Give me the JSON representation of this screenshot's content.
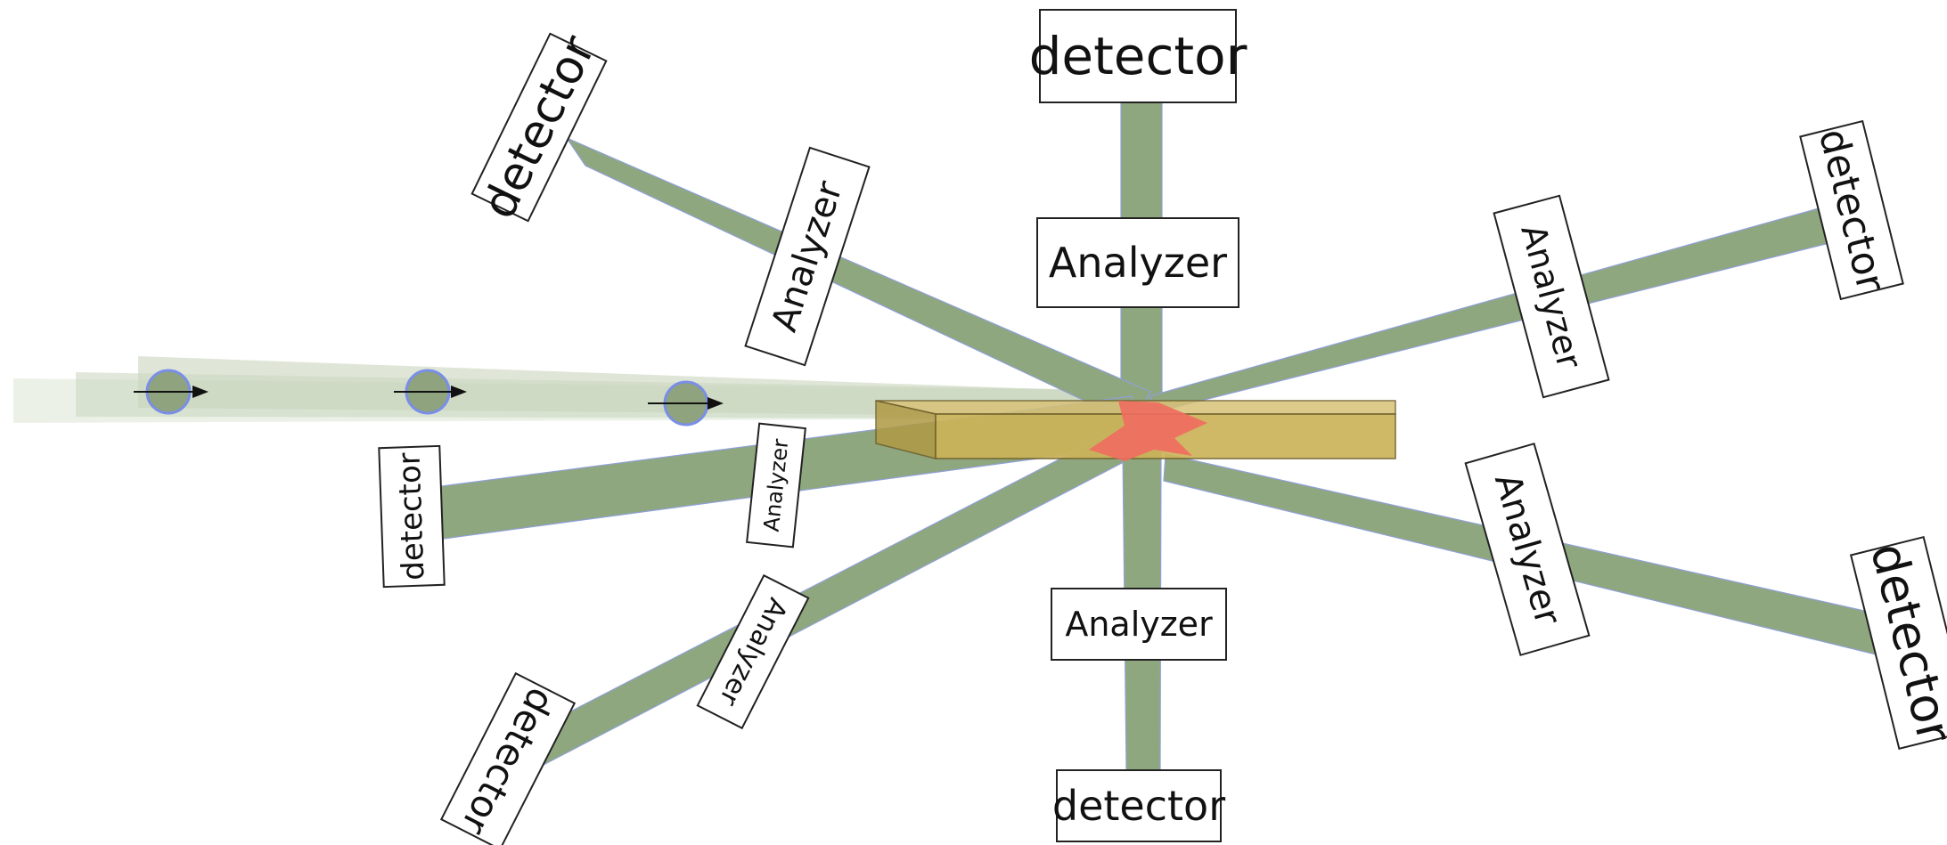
{
  "colors": {
    "beam": "#8fa77f",
    "beam_outline": "#8fa0d8",
    "incident_beam": "#c9d6bd",
    "sample": "#d8c278",
    "illuminated_spot": "#ef6b5f",
    "particle_outline": "#7a8ee8"
  },
  "icons": {
    "particle": "neutron-particle-icon",
    "direction": "arrow-right-icon"
  },
  "labels": {
    "detector": "detector",
    "analyzer": "Analyzer"
  },
  "arms": [
    {
      "id": "top",
      "detector": "detector",
      "analyzer": "Analyzer"
    },
    {
      "id": "upper-left",
      "detector": "detector",
      "analyzer": "Analyzer"
    },
    {
      "id": "left",
      "detector": "detector",
      "analyzer": "Analyzer"
    },
    {
      "id": "lower-left",
      "detector": "detector",
      "analyzer": "Analyzer"
    },
    {
      "id": "bottom",
      "detector": "detector",
      "analyzer": "Analyzer"
    },
    {
      "id": "upper-right",
      "detector": "detector",
      "analyzer": "Analyzer"
    },
    {
      "id": "lower-right",
      "detector": "detector",
      "analyzer": "Analyzer"
    }
  ],
  "incident_particles": 3
}
